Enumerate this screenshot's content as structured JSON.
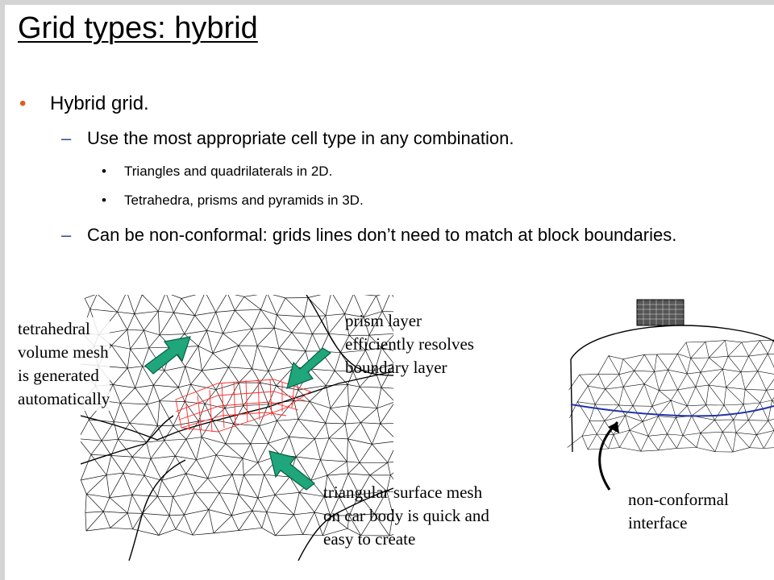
{
  "slide": {
    "title": "Grid types: hybrid",
    "bullets": {
      "l1": {
        "marker": "•",
        "text": "Hybrid grid."
      },
      "l2a": {
        "marker": "–",
        "text": "Use the most appropriate cell type in any combination."
      },
      "l3a": {
        "marker": "•",
        "text": "Triangles and quadrilaterals in 2D."
      },
      "l3b": {
        "marker": "•",
        "text": "Tetrahedra, prisms and pyramids in 3D."
      },
      "l2b": {
        "marker": "–",
        "text": "Can be non-conformal: grids lines don’t need to match at block boundaries."
      }
    }
  },
  "figure_left": {
    "annotations": {
      "tet": "tetrahedral\nvolume mesh\nis generated\nautomatically",
      "prism": "prism layer\nefficiently resolves\nboundary layer",
      "surface": "triangular surface mesh\non car body is quick and\neasy to create"
    }
  },
  "figure_right": {
    "annotations": {
      "interface": "non-conformal\ninterface"
    }
  },
  "colors": {
    "bullet": "#e05a1e",
    "dash": "#2e4a8f",
    "arrow_fill": "#1fa67a",
    "prism_mesh": "#ff2a2a",
    "interface_line": "#2233aa"
  }
}
